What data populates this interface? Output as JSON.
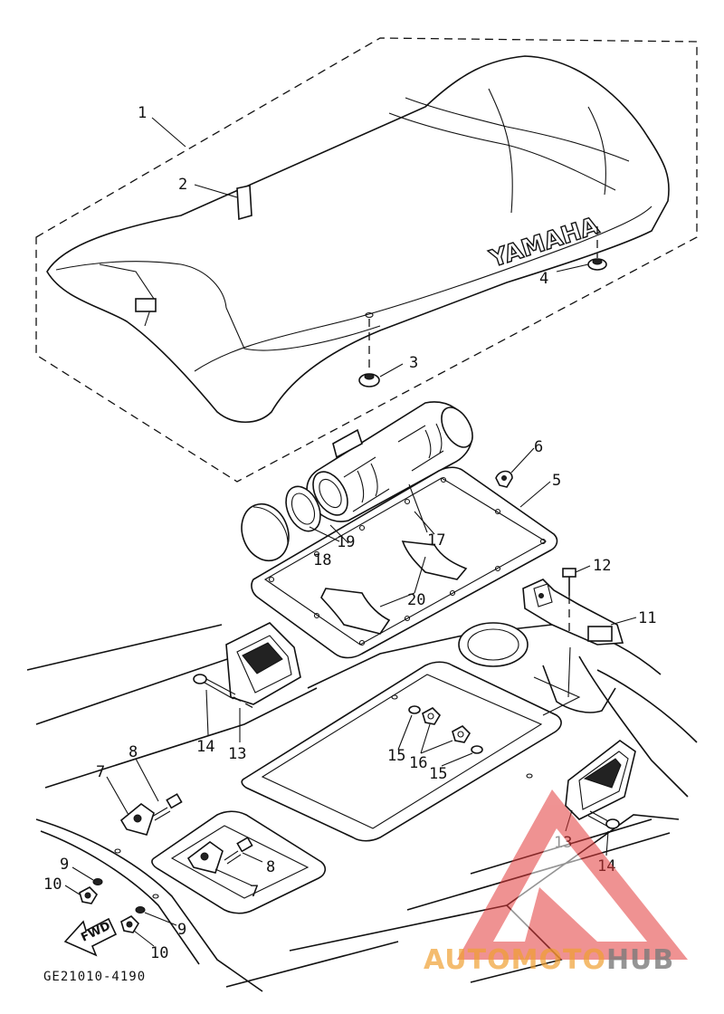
{
  "diagram": {
    "code": "GE21010-4190",
    "seat_brand": "YAMAHA",
    "direction_marker": "FWD"
  },
  "callouts": [
    {
      "id": "c1",
      "text": "1"
    },
    {
      "id": "c2",
      "text": "2"
    },
    {
      "id": "c3",
      "text": "3"
    },
    {
      "id": "c4",
      "text": "4"
    },
    {
      "id": "c5",
      "text": "5"
    },
    {
      "id": "c6",
      "text": "6"
    },
    {
      "id": "c7a",
      "text": "7"
    },
    {
      "id": "c7b",
      "text": "7"
    },
    {
      "id": "c8a",
      "text": "8"
    },
    {
      "id": "c8b",
      "text": "8"
    },
    {
      "id": "c9a",
      "text": "9"
    },
    {
      "id": "c9b",
      "text": "9"
    },
    {
      "id": "c10a",
      "text": "10"
    },
    {
      "id": "c10b",
      "text": "10"
    },
    {
      "id": "c11",
      "text": "11"
    },
    {
      "id": "c12",
      "text": "12"
    },
    {
      "id": "c13a",
      "text": "13"
    },
    {
      "id": "c13b",
      "text": "13"
    },
    {
      "id": "c14a",
      "text": "14"
    },
    {
      "id": "c14b",
      "text": "14"
    },
    {
      "id": "c15a",
      "text": "15"
    },
    {
      "id": "c15b",
      "text": "15"
    },
    {
      "id": "c16",
      "text": "16"
    },
    {
      "id": "c17",
      "text": "17"
    },
    {
      "id": "c18",
      "text": "18"
    },
    {
      "id": "c19",
      "text": "19"
    },
    {
      "id": "c20",
      "text": "20"
    }
  ],
  "watermark": {
    "part1": "AUTO",
    "part2": "MOTO",
    "part3": "HUB",
    "color_red": "#e23a3a",
    "color_orange": "#f0a032",
    "color_gray": "#7a7a7a"
  }
}
